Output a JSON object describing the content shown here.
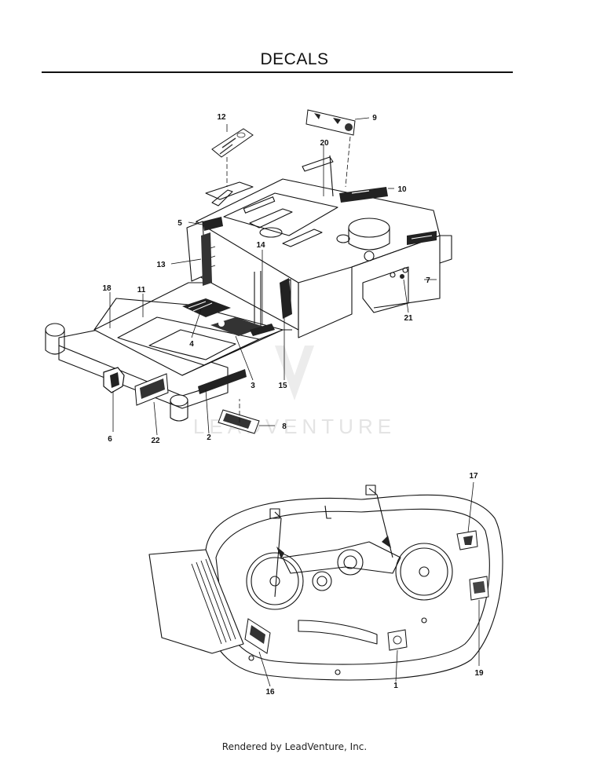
{
  "header": {
    "title": "DECALS"
  },
  "callouts": {
    "c1": "1",
    "c2": "2",
    "c3": "3",
    "c4": "4",
    "c5": "5",
    "c6": "6",
    "c7": "7",
    "c8": "8",
    "c9": "9",
    "c10": "10",
    "c11": "11",
    "c12": "12",
    "c13": "13",
    "c14": "14",
    "c15": "15",
    "c16": "16",
    "c17": "17",
    "c18": "18",
    "c19": "19",
    "c20": "20",
    "c21": "21",
    "c22": "22"
  },
  "watermark": {
    "text": "LEADVENTURE"
  },
  "footer": {
    "text": "Rendered by LeadVenture, Inc."
  },
  "colors": {
    "line": "#111111",
    "decal": "#222222",
    "watermark": "#e4e4e4"
  }
}
